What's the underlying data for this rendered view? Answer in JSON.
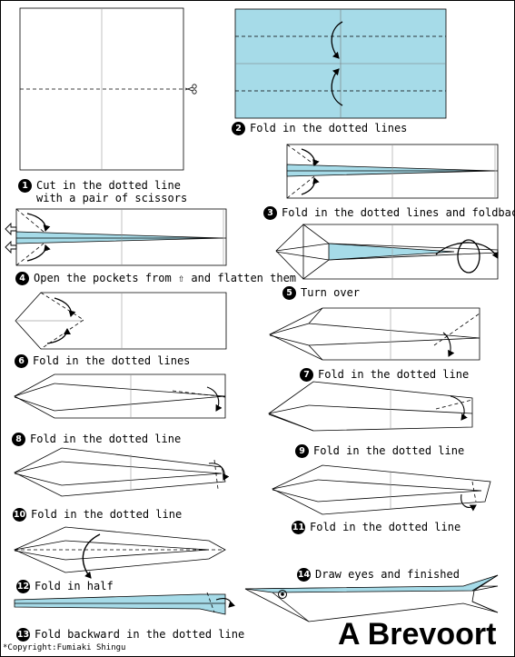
{
  "title": "A Brevoort",
  "copyright": "*Copyright:Fumiaki Shingu",
  "colors": {
    "blue": "#a6dbe8",
    "line": "#000000",
    "fold": "#666666"
  },
  "steps": [
    {
      "num": "1",
      "text_line1": "Cut in the dotted line",
      "text_line2": "with a pair of scissors"
    },
    {
      "num": "2",
      "text": "Fold in the dotted lines"
    },
    {
      "num": "3",
      "text": "Fold in the dotted lines and foldback"
    },
    {
      "num": "4",
      "text_before": "Open the pockets from",
      "arrow_glyph": "⇧",
      "text_after": "and flatten them"
    },
    {
      "num": "5",
      "text": "Turn over"
    },
    {
      "num": "6",
      "text": "Fold in the dotted lines"
    },
    {
      "num": "7",
      "text": "Fold in the dotted line"
    },
    {
      "num": "8",
      "text": "Fold in the dotted line"
    },
    {
      "num": "9",
      "text": "Fold in the dotted line"
    },
    {
      "num": "10",
      "text": "Fold in the dotted line"
    },
    {
      "num": "11",
      "text": "Fold in the dotted line"
    },
    {
      "num": "12",
      "text": "Fold in half"
    },
    {
      "num": "13",
      "text": "Fold backward in the dotted line"
    },
    {
      "num": "14",
      "text": "Draw eyes and finished"
    }
  ]
}
